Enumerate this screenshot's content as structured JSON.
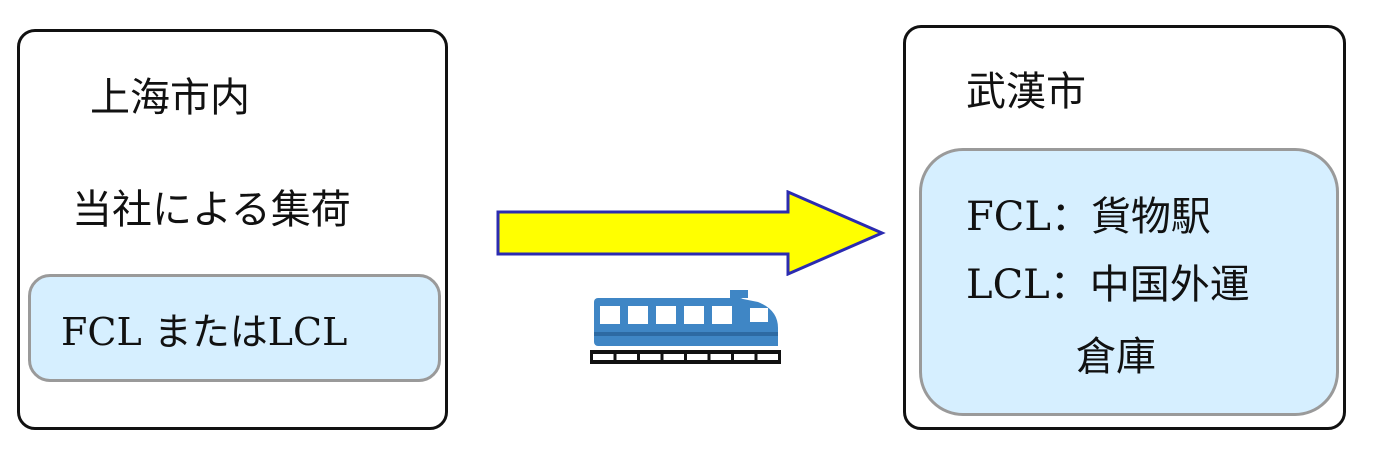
{
  "colors": {
    "panel_border": "#111111",
    "inner_border": "#9a9a9a",
    "inner_fill": "#d6efff",
    "arrow_fill": "#ffff00",
    "arrow_stroke": "#2b2bb0",
    "train_body": "#3f86c5",
    "train_track": "#111111"
  },
  "origin": {
    "title": "上海市内",
    "subtitle": "当社による集荷",
    "box_text": "FCL またはLCL"
  },
  "destination": {
    "title": "武漢市",
    "line1": "FCL：貨物駅",
    "line2": "LCL：中国外運",
    "line3": "倉庫"
  },
  "icons": {
    "arrow": "right-arrow-icon",
    "train": "train-icon"
  }
}
